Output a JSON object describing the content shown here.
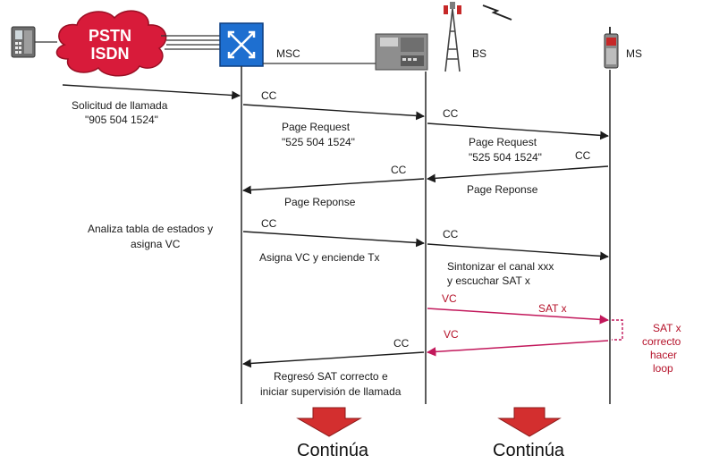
{
  "network": {
    "cloud_line1": "PSTN",
    "cloud_line2": "ISDN"
  },
  "nodes": {
    "msc": "MSC",
    "bs": "BS",
    "ms": "MS"
  },
  "messages": {
    "call_request_line1": "Solicitud de llamada",
    "call_request_line2": "\"905 504 1524\"",
    "cc_1": "CC",
    "page_req_1_line1": "Page Request",
    "page_req_1_line2": "\"525 504 1524\"",
    "cc_2": "CC",
    "page_req_2_line1": "Page Request",
    "page_req_2_line2": "\"525 504 1524\"",
    "cc_3": "CC",
    "cc_4": "CC",
    "page_resp_1": "Page Reponse",
    "page_resp_2": "Page Reponse",
    "analyze_line1": "Analiza tabla de estados y",
    "analyze_line2": "asigna VC",
    "cc_5": "CC",
    "cc_6": "CC",
    "assign_vc": "Asigna VC y enciende Tx",
    "tune_line1": "Sintonizar el canal xxx",
    "tune_line2": "y escuchar SAT x",
    "vc_1": "VC",
    "sat_x": "SAT x",
    "vc_2": "VC",
    "cc_7": "CC",
    "sat_ok_line1": "SAT x",
    "sat_ok_line2": "correcto",
    "sat_ok_line3": "hacer",
    "sat_ok_line4": "loop",
    "return_line1": "Regresó SAT correcto e",
    "return_line2": "iniciar supervisión de llamada"
  },
  "continue": {
    "label_left": "Continúa",
    "label_right": "Continúa"
  },
  "colors": {
    "arrow": "#1c1c1c",
    "vc_arrow": "#c2185b",
    "msc_box": "#1e6fd0",
    "cloud": "#d81b3a",
    "continue_arrow": "#d32f2f"
  }
}
